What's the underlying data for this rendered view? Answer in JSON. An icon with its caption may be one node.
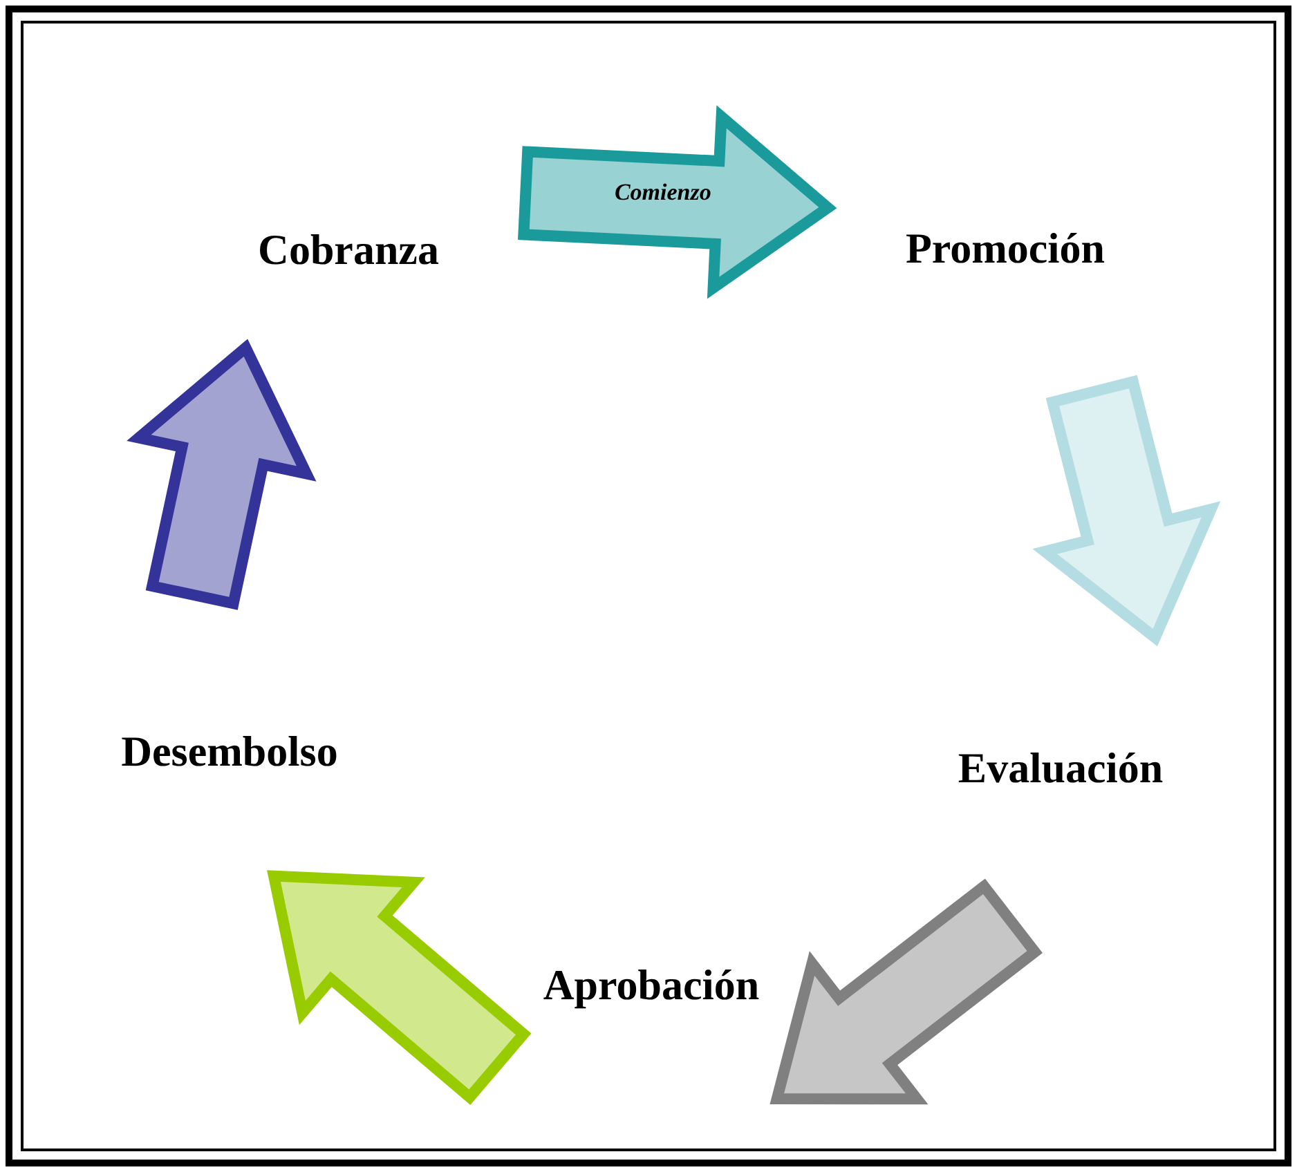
{
  "diagram": {
    "nodes": [
      {
        "text": [
          "Cobranza"
        ]
      },
      {
        "text": [
          "Promoción"
        ]
      },
      {
        "text": [
          "Evaluación"
        ]
      },
      {
        "text": [
          "Aprobación"
        ]
      },
      {
        "text": [
          "Desembolso"
        ]
      }
    ],
    "edges": [
      {
        "from": 0,
        "to": 1,
        "arrow": "to",
        "label": "Comienzo",
        "style": "thick",
        "color": "#1a9a9a"
      },
      {
        "from": 1,
        "to": 2,
        "arrow": "to",
        "style": "thick",
        "color": "#b3dde2"
      },
      {
        "from": 2,
        "to": 3,
        "arrow": "to",
        "style": "thick",
        "color": "#808080"
      },
      {
        "from": 3,
        "to": 4,
        "arrow": "to",
        "style": "thick",
        "color": "#99cc00"
      },
      {
        "from": 4,
        "to": 0,
        "arrow": "to",
        "style": "thick",
        "color": "#333399"
      }
    ]
  }
}
